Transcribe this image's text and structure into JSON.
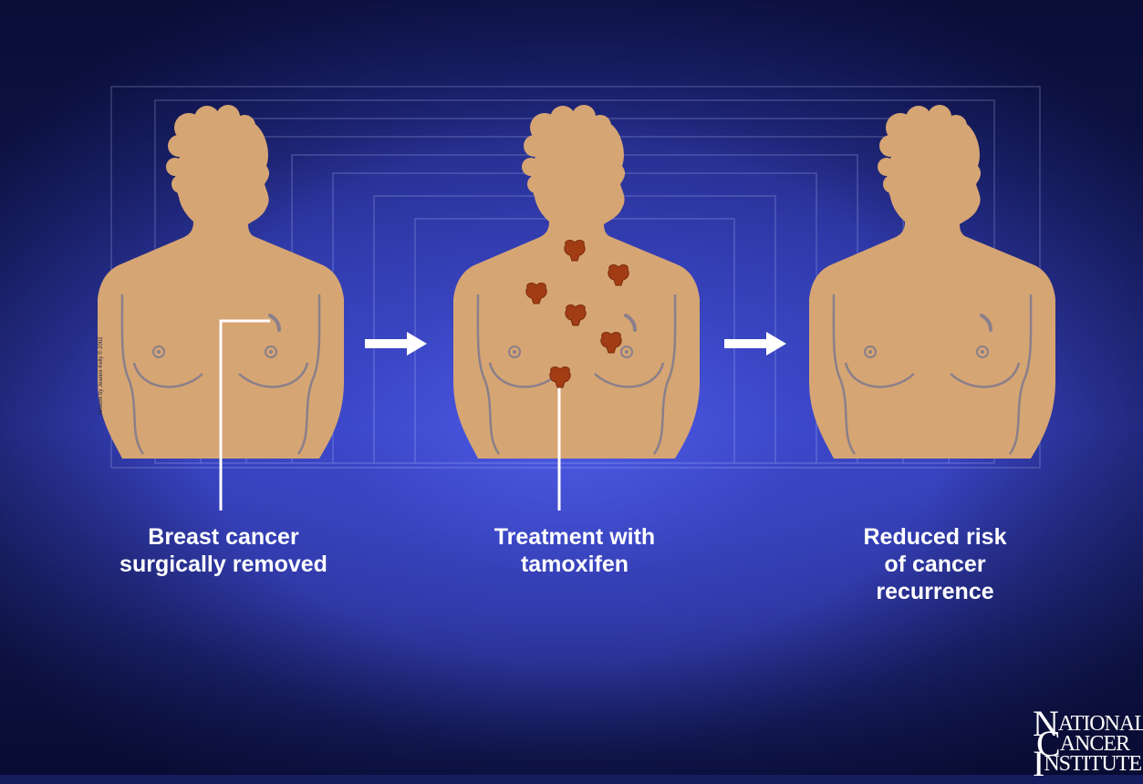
{
  "captions": {
    "step1": "Breast cancer\nsurgically removed",
    "step2": "Treatment with\ntamoxifen",
    "step3": "Reduced risk\nof cancer\nrecurrence"
  },
  "credit": "Artwork by Jeanne Kelly © 2002",
  "logo": {
    "line1_big": "N",
    "line1_small": "ATIONAL",
    "line2_big": "C",
    "line2_small": "ANCER",
    "line3_big": "I",
    "line3_small": "NSTITUTE"
  },
  "colors": {
    "skin": "#d6a574",
    "skin_outline": "#8a7f8a",
    "tumor": "#a13c14",
    "arrow": "#ffffff",
    "background": "#3a45c6"
  },
  "icons": [
    "right-arrow-icon",
    "right-arrow-icon",
    "tumor-icon"
  ]
}
